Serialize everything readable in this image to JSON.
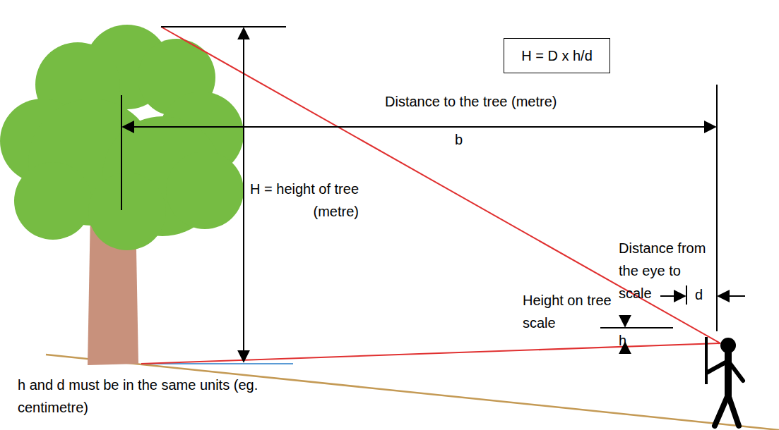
{
  "diagram": {
    "nodes": [
      {
        "text": [
          "H = D x h/d"
        ]
      }
    ],
    "labels": [
      "Distance to the tree (metre)",
      "b",
      "H = height of tree (metre)",
      "Distance from the eye to scale",
      "d",
      "Height on tree scale",
      "h",
      "h and d must be in the same units (eg. centimetre)"
    ]
  }
}
